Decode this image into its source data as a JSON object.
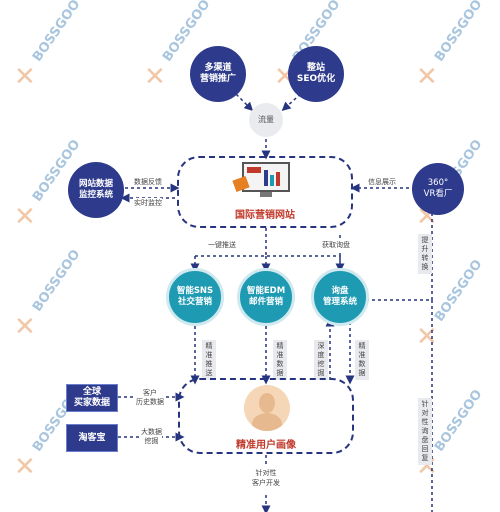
{
  "watermark": "BOSSGOO",
  "nodes": {
    "multi_channel": "多渠道\n营销推广",
    "seo": "整站\nSEO优化",
    "traffic": "流量",
    "site_monitor": "网站数据\n监控系统",
    "vr": "360°\nVR看厂",
    "website": "国际营销网站",
    "sns": "智能SNS\n社交营销",
    "edm": "智能EDM\n邮件营销",
    "inquiry": "询盘\n管理系统",
    "global_buyers": "全球\n买家数据",
    "taokebao": "淘客宝",
    "portrait": "精准用户画像"
  },
  "labels": {
    "data_feedback": "数据反馈",
    "realtime_monitor": "实时监控",
    "info_display": "信息展示",
    "one_click_push": "一键推送",
    "get_inquiry": "获取询盘",
    "improve_conversion": "提升转换",
    "precise_push": "精准推送",
    "precise_data": "精准数据",
    "deep_mining": "深度挖掘",
    "precise_data2": "精准数据",
    "customer_history": "客户\n历史数据",
    "big_data_mining": "大数据\n挖掘",
    "targeted_reply": "针对性询盘回复",
    "targeted_dev": "针对性\n客户开发"
  },
  "colors": {
    "navy": "#2e3b8c",
    "teal": "#1f9ab3",
    "dash": "#27347f",
    "accent_red": "#c0392b"
  }
}
